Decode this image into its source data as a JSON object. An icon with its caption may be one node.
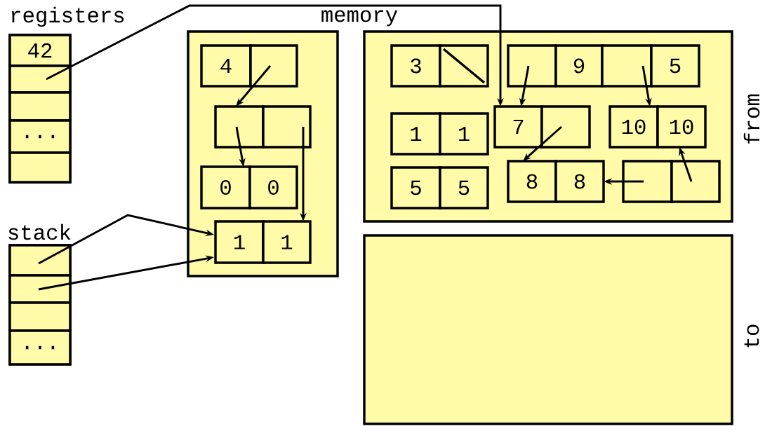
{
  "diagram": {
    "nodes": [
      {
        "text": [
          "registers"
        ]
      },
      {
        "text": [
          "42"
        ],
        "in": 0
      },
      {
        "text": [],
        "shape": "box",
        "in": 0
      },
      {
        "text": [],
        "shape": "box",
        "in": 0
      },
      {
        "text": [
          "..."
        ],
        "in": 0
      },
      {
        "text": [],
        "shape": "box",
        "in": 0
      },
      {
        "text": [
          "stack"
        ]
      },
      {
        "text": [],
        "shape": "box",
        "in": 6
      },
      {
        "text": [],
        "shape": "box",
        "in": 6
      },
      {
        "text": [],
        "shape": "box",
        "in": 6
      },
      {
        "text": [
          "..."
        ],
        "in": 6
      },
      {
        "text": [],
        "shape": "box"
      },
      {
        "text": [
          "4"
        ],
        "in": 11
      },
      {
        "text": [],
        "shape": "box",
        "in": 11
      },
      {
        "text": [],
        "shape": "box",
        "in": 11
      },
      {
        "text": [],
        "shape": "box",
        "in": 11
      },
      {
        "text": [
          "0"
        ],
        "in": 11
      },
      {
        "text": [
          "0"
        ],
        "in": 11
      },
      {
        "text": [
          "1"
        ],
        "in": 11
      },
      {
        "text": [
          "1"
        ],
        "in": 11
      },
      {
        "text": [
          "from"
        ]
      },
      {
        "text": [
          "3"
        ],
        "in": 20
      },
      {
        "text": [],
        "shape": "box",
        "in": 20
      },
      {
        "text": [],
        "shape": "box",
        "in": 20
      },
      {
        "text": [
          "9"
        ],
        "in": 20
      },
      {
        "text": [],
        "shape": "box",
        "in": 20
      },
      {
        "text": [
          "5"
        ],
        "in": 20
      },
      {
        "text": [
          "1"
        ],
        "in": 20
      },
      {
        "text": [
          "1"
        ],
        "in": 20
      },
      {
        "text": [
          "7"
        ],
        "in": 20
      },
      {
        "text": [],
        "shape": "box",
        "in": 20
      },
      {
        "text": [
          "10"
        ],
        "in": 20
      },
      {
        "text": [
          "10"
        ],
        "in": 20
      },
      {
        "text": [
          "5"
        ],
        "in": 20
      },
      {
        "text": [
          "5"
        ],
        "in": 20
      },
      {
        "text": [
          "8"
        ],
        "in": 20
      },
      {
        "text": [
          "8"
        ],
        "in": 20
      },
      {
        "text": [],
        "shape": "box",
        "in": 20
      },
      {
        "text": [],
        "shape": "box",
        "in": 20
      },
      {
        "text": [
          "to"
        ]
      }
    ],
    "edges": [
      {
        "from": 2,
        "to": 29,
        "arrow": "to"
      },
      {
        "from": 7,
        "to": 18,
        "arrow": "to"
      },
      {
        "from": 8,
        "to": 18,
        "arrow": "to"
      },
      {
        "from": 13,
        "to": 14,
        "arrow": "to"
      },
      {
        "from": 14,
        "to": 16,
        "arrow": "to"
      },
      {
        "from": 15,
        "to": 19,
        "arrow": "to"
      },
      {
        "from": 23,
        "to": 29,
        "arrow": "to"
      },
      {
        "from": 25,
        "to": 31,
        "arrow": "to"
      },
      {
        "from": 30,
        "to": 35,
        "arrow": "to"
      },
      {
        "from": 37,
        "to": 36,
        "arrow": "to"
      },
      {
        "from": 38,
        "to": 32,
        "arrow": "to"
      }
    ],
    "labels": [
      "memory"
    ]
  }
}
